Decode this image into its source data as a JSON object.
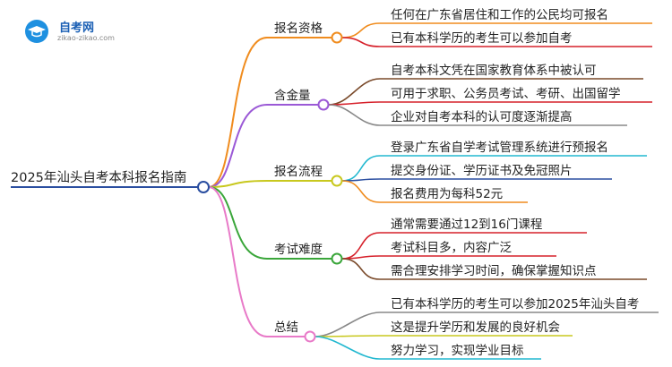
{
  "logo": {
    "title": "自考网",
    "subtitle": "zikao-zikao.com"
  },
  "root": "2025年汕头自考本科报名指南",
  "branches": [
    {
      "label": "报名资格",
      "color": "#f08c1e",
      "leaves": [
        "任何在广东省居住和工作的公民均可报名",
        "已有本科学历的考生可以参加自考"
      ],
      "leaf_colors": [
        "#f08c1e",
        "#d6202a"
      ]
    },
    {
      "label": "含金量",
      "color": "#9b59d6",
      "leaves": [
        "自考本科文凭在国家教育体系中被认可",
        "可用于求职、公务员考试、考研、出国留学",
        "企业对自考本科的认可度逐渐提高"
      ],
      "leaf_colors": [
        "#7a4a2a",
        "#d6202a",
        "#888888"
      ]
    },
    {
      "label": "报名流程",
      "color": "#c8c81e",
      "leaves": [
        "登录广东省自学考试管理系统进行预报名",
        "提交身份证、学历证书及免冠照片",
        "报名费用为每科52元"
      ],
      "leaf_colors": [
        "#22b8d0",
        "#2a4ea0",
        "#f08c1e"
      ]
    },
    {
      "label": "考试难度",
      "color": "#3aa63a",
      "leaves": [
        "通常需要通过12到16门课程",
        "考试科目多，内容广泛",
        "需合理安排学习时间，确保掌握知识点"
      ],
      "leaf_colors": [
        "#d6202a",
        "#d6202a",
        "#7a4a2a"
      ]
    },
    {
      "label": "总结",
      "color": "#e87ac8",
      "leaves": [
        "已有本科学历的考生可以参加2025年汕头自考",
        "这是提升学历和发展的良好机会",
        "努力学习，实现学业目标"
      ],
      "leaf_colors": [
        "#888888",
        "#c8c81e",
        "#22b8d0"
      ]
    }
  ]
}
